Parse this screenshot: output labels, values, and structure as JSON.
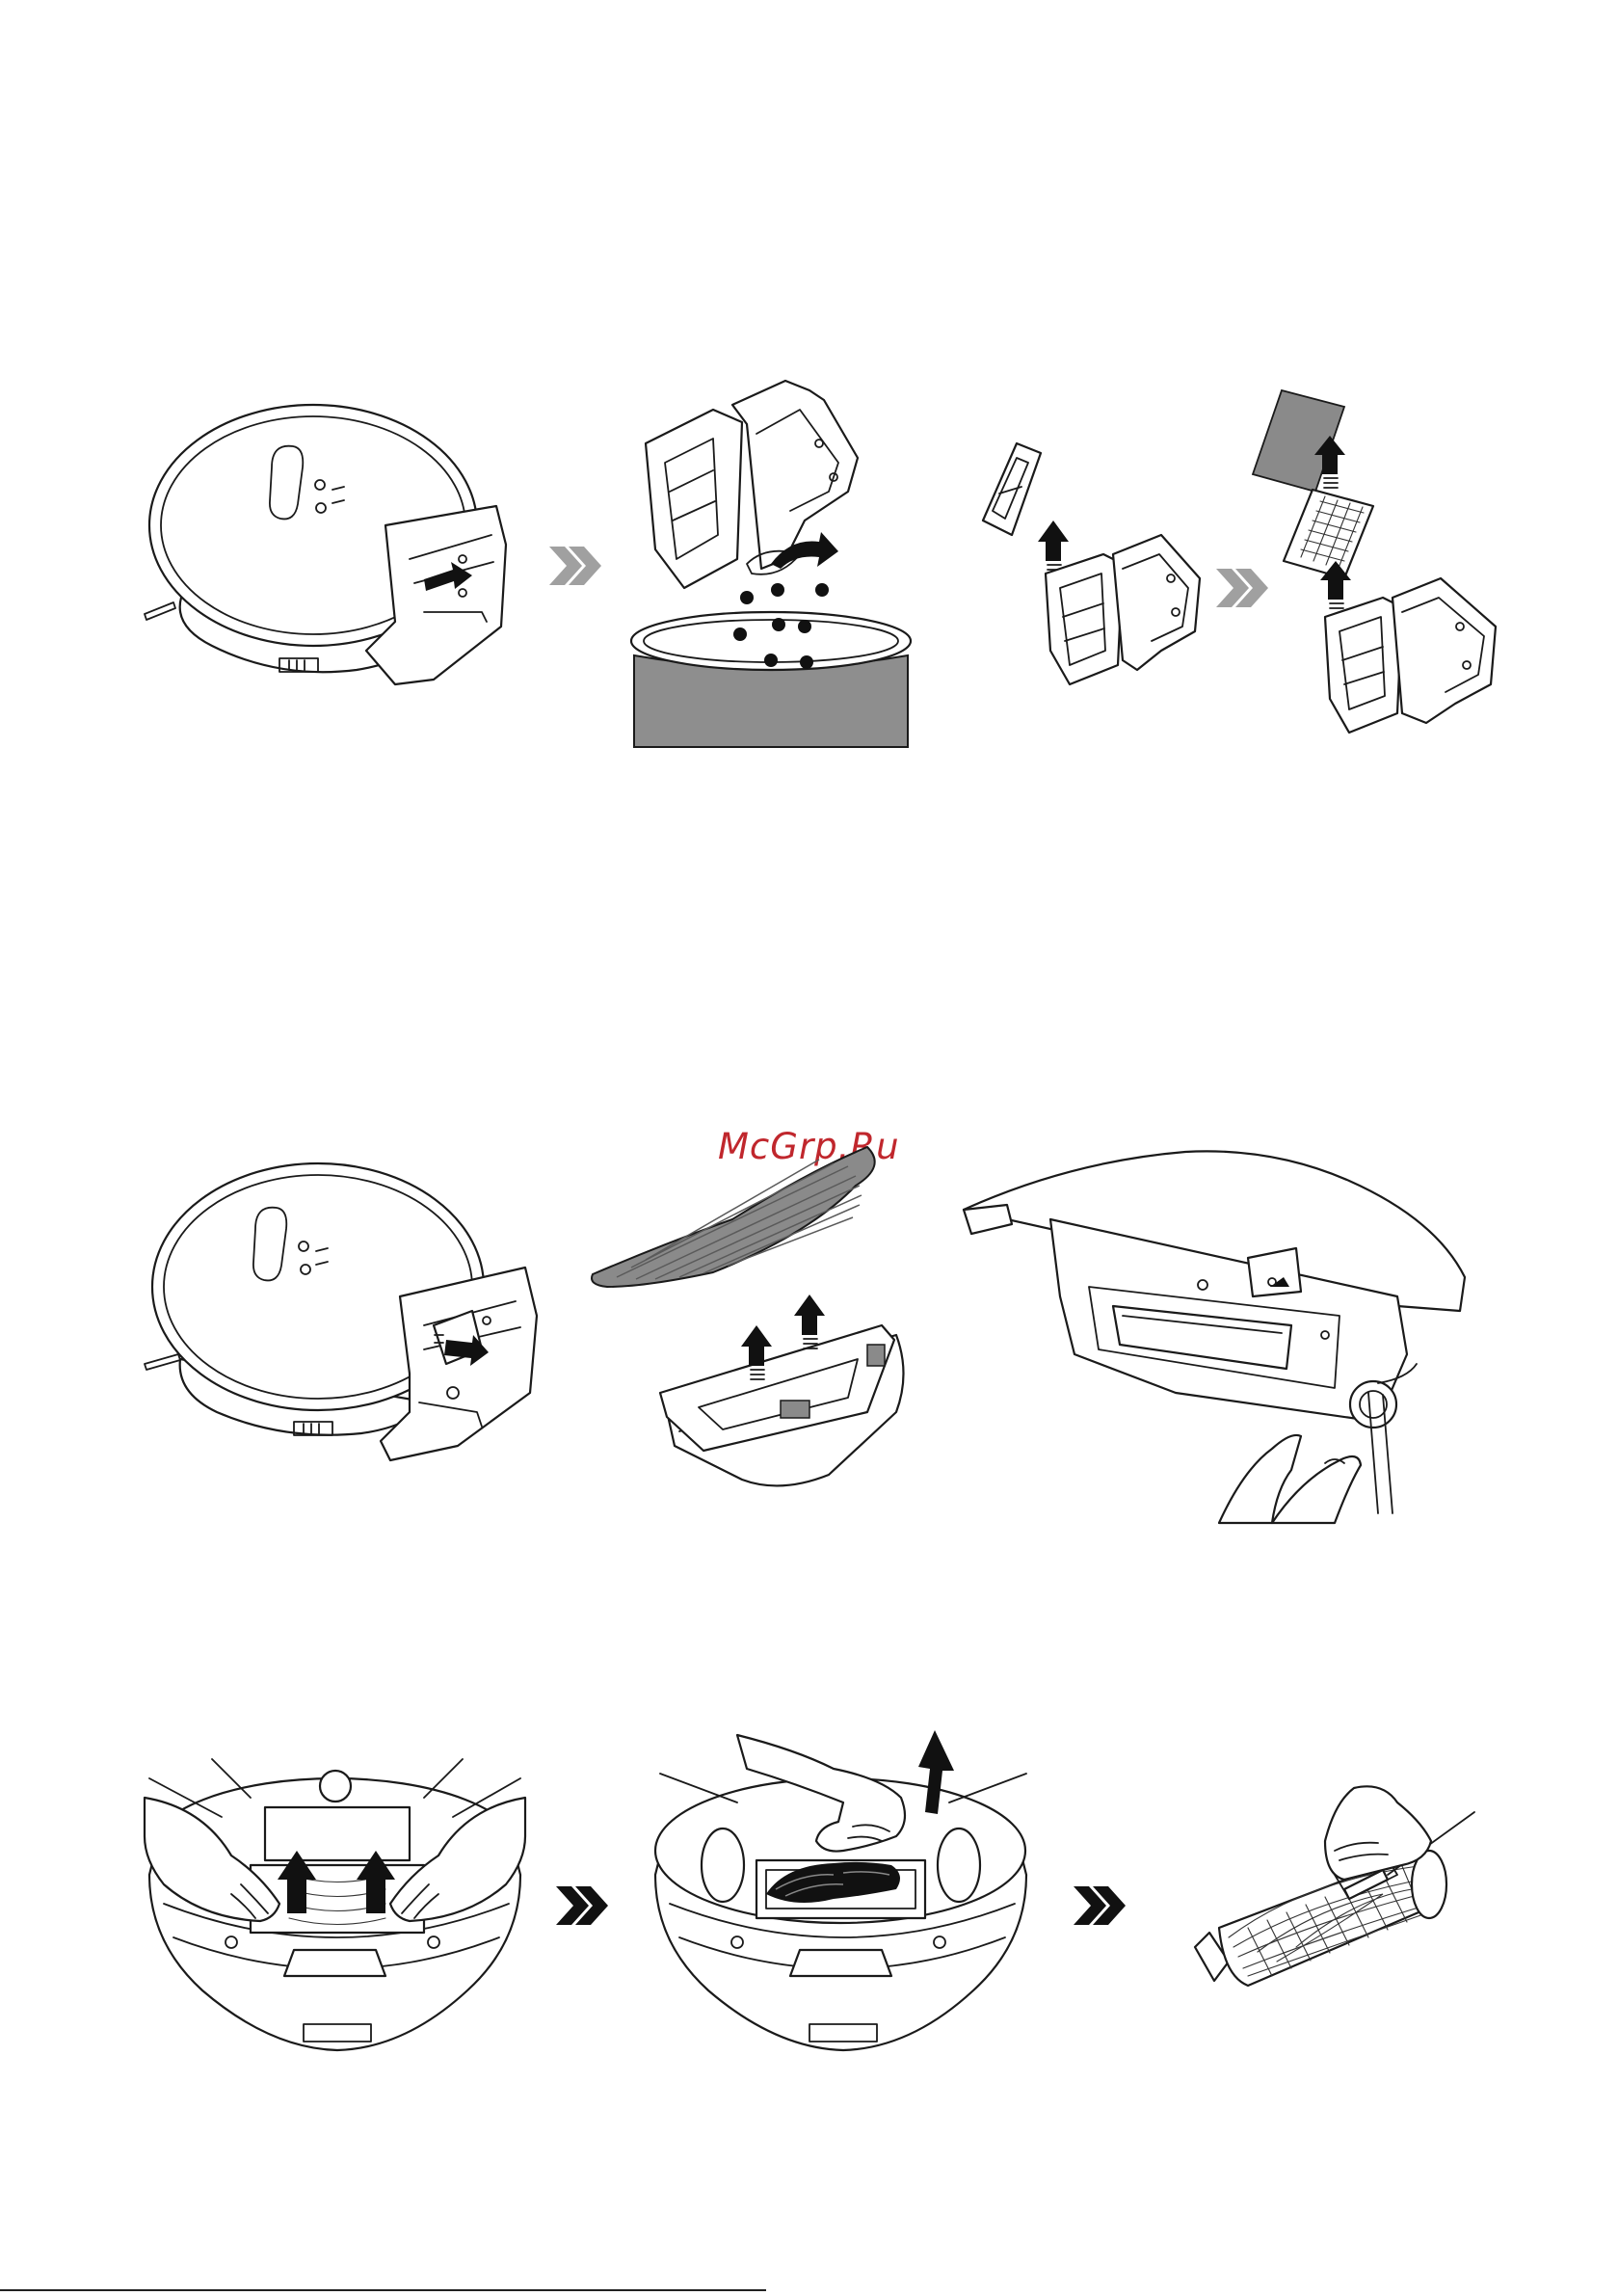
{
  "watermark": {
    "text": "McGrp.Ru",
    "color": "#c0272d"
  },
  "colors": {
    "line": "#1a1a1a",
    "step_arrow_gray": "#a0a0a0",
    "step_arrow_dark": "#111111",
    "fill_gray": "#8a8a8a"
  },
  "figures": {
    "row1": [
      "robot-remove-dustbin",
      "dustbin-empty-into-bin",
      "dustbin-remove-filters",
      "dustbin-filter-parts"
    ],
    "row2": [
      "robot-remove-water-tank",
      "water-tank-attach-mop",
      "water-tank-underside-open"
    ],
    "row3": [
      "robot-underside-lift-brush-cover",
      "robot-underside-remove-brush",
      "main-brush-cut-hair"
    ]
  }
}
